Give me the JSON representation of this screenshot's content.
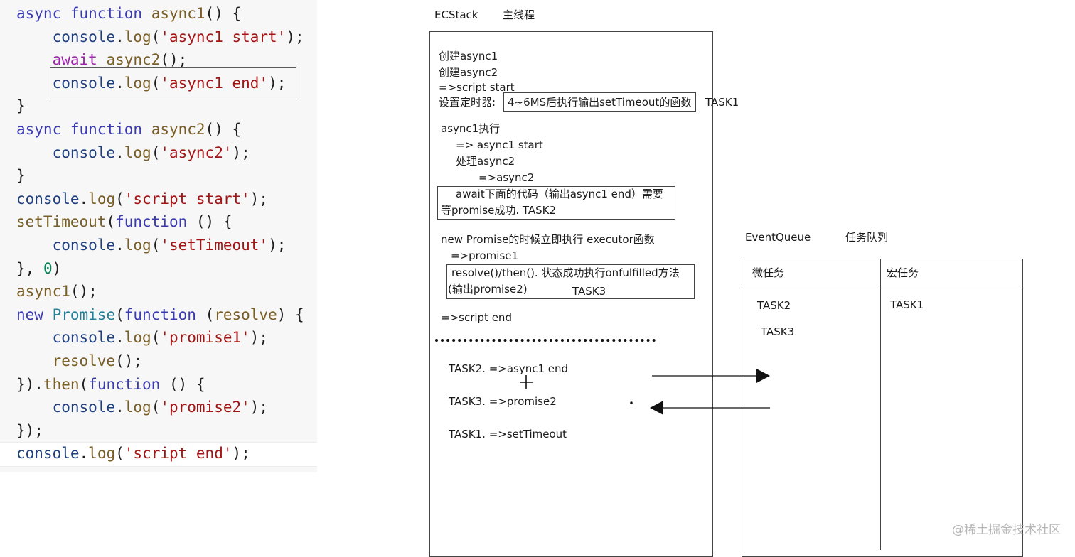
{
  "code": {
    "lines": [
      [
        [
          "async",
          "kw"
        ],
        [
          " ",
          ""
        ],
        [
          "function",
          "kw"
        ],
        [
          " ",
          ""
        ],
        [
          "async1",
          "fn"
        ],
        [
          "() {",
          ""
        ]
      ],
      [
        [
          "    ",
          ""
        ],
        [
          "console",
          "var"
        ],
        [
          ".",
          ""
        ],
        [
          "log",
          "fn"
        ],
        [
          "(",
          ""
        ],
        [
          "'async1 start'",
          "str"
        ],
        [
          ");",
          ""
        ]
      ],
      [
        [
          "    ",
          ""
        ],
        [
          "await",
          "kw2"
        ],
        [
          " ",
          ""
        ],
        [
          "async2",
          "fn"
        ],
        [
          "();",
          ""
        ]
      ],
      [
        [
          "    ",
          ""
        ],
        [
          "console",
          "var"
        ],
        [
          ".",
          ""
        ],
        [
          "log",
          "fn"
        ],
        [
          "(",
          ""
        ],
        [
          "'async1 end'",
          "str"
        ],
        [
          ");",
          ""
        ]
      ],
      [
        [
          "}",
          ""
        ]
      ],
      [
        [
          "async",
          "kw"
        ],
        [
          " ",
          ""
        ],
        [
          "function",
          "kw"
        ],
        [
          " ",
          ""
        ],
        [
          "async2",
          "fn"
        ],
        [
          "() {",
          ""
        ]
      ],
      [
        [
          "    ",
          ""
        ],
        [
          "console",
          "var"
        ],
        [
          ".",
          ""
        ],
        [
          "log",
          "fn"
        ],
        [
          "(",
          ""
        ],
        [
          "'async2'",
          "str"
        ],
        [
          ");",
          ""
        ]
      ],
      [
        [
          "}",
          ""
        ]
      ],
      [
        [
          "console",
          "var"
        ],
        [
          ".",
          ""
        ],
        [
          "log",
          "fn"
        ],
        [
          "(",
          ""
        ],
        [
          "'script start'",
          "str"
        ],
        [
          ");",
          ""
        ]
      ],
      [
        [
          "setTimeout",
          "fn"
        ],
        [
          "(",
          ""
        ],
        [
          "function",
          "kw"
        ],
        [
          " () {",
          ""
        ]
      ],
      [
        [
          "    ",
          ""
        ],
        [
          "console",
          "var"
        ],
        [
          ".",
          ""
        ],
        [
          "log",
          "fn"
        ],
        [
          "(",
          ""
        ],
        [
          "'setTimeout'",
          "str"
        ],
        [
          ");",
          ""
        ]
      ],
      [
        [
          "}, ",
          ""
        ],
        [
          "0",
          "num"
        ],
        [
          ")",
          ""
        ]
      ],
      [
        [
          "async1",
          "fn"
        ],
        [
          "();",
          ""
        ]
      ],
      [
        [
          "new",
          "kw"
        ],
        [
          " ",
          ""
        ],
        [
          "Promise",
          "cls"
        ],
        [
          "(",
          ""
        ],
        [
          "function",
          "kw"
        ],
        [
          " (",
          ""
        ],
        [
          "resolve",
          "fn"
        ],
        [
          ") {",
          ""
        ]
      ],
      [
        [
          "    ",
          ""
        ],
        [
          "console",
          "var"
        ],
        [
          ".",
          ""
        ],
        [
          "log",
          "fn"
        ],
        [
          "(",
          ""
        ],
        [
          "'promise1'",
          "str"
        ],
        [
          ");",
          ""
        ]
      ],
      [
        [
          "    ",
          ""
        ],
        [
          "resolve",
          "fn"
        ],
        [
          "();",
          ""
        ]
      ],
      [
        [
          "}).",
          ""
        ],
        [
          "then",
          "fn"
        ],
        [
          "(",
          ""
        ],
        [
          "function",
          "kw"
        ],
        [
          " () {",
          ""
        ]
      ],
      [
        [
          "    ",
          ""
        ],
        [
          "console",
          "var"
        ],
        [
          ".",
          ""
        ],
        [
          "log",
          "fn"
        ],
        [
          "(",
          ""
        ],
        [
          "'promise2'",
          "str"
        ],
        [
          ");",
          ""
        ]
      ],
      [
        [
          "});",
          ""
        ]
      ],
      [
        [
          "console",
          "var"
        ],
        [
          ".",
          ""
        ],
        [
          "log",
          "fn"
        ],
        [
          "(",
          ""
        ],
        [
          "'script end'",
          "str"
        ],
        [
          ");",
          ""
        ]
      ]
    ]
  },
  "header": {
    "ecstack": "ECStack",
    "main_thread": "主线程"
  },
  "stack": {
    "create_async1": "创建async1",
    "create_async2": "创建async2",
    "script_start": "=>script start",
    "set_timer_label": "设置定时器:",
    "set_timer_box": "4~6MS后执行输出setTimeout的函数",
    "task1_tag": "TASK1",
    "async1_exec": "async1执行",
    "async1_start": "=> async1 start",
    "handle_async2": "处理async2",
    "async2_out": "=>async2",
    "await_line1": "await下面的代码（输出async1 end）需要",
    "await_line2": "等promise成功.   TASK2",
    "new_promise": "new  Promise的时候立即执行 executor函数",
    "promise1_out": "=>promise1",
    "resolve_line1": "resolve()/then().  状态成功执行onfulfilled方法",
    "resolve_line2": "(输出promise2)",
    "task3_tag": "TASK3",
    "script_end": "=>script end",
    "exec_task2": "TASK2.  =>async1 end",
    "exec_task3": "TASK3.  =>promise2",
    "exec_task1": "TASK1. =>setTimeout"
  },
  "queue": {
    "title": "EventQueue",
    "subtitle": "任务队列",
    "micro_header": "微任务",
    "macro_header": "宏任务",
    "micro_items": [
      "TASK2",
      "TASK3"
    ],
    "macro_items": [
      "TASK1"
    ]
  },
  "watermark": "@稀土掘金技术社区"
}
